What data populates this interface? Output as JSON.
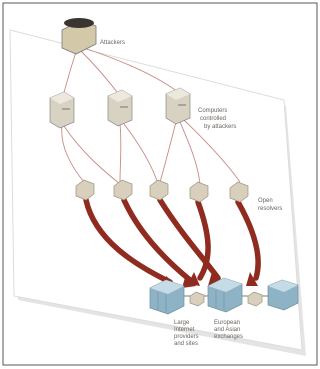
{
  "labels": {
    "attackers": "Attackers",
    "controlled": [
      "Computers",
      "controlled",
      "by attackers"
    ],
    "open_resolvers": [
      "Open",
      "resolvers"
    ],
    "isp": [
      "Large",
      "Internet",
      "providers",
      "and sites"
    ],
    "exchanges": [
      "European",
      "and Asian",
      "exchanges"
    ]
  },
  "colors": {
    "thin_line": "#c98a86",
    "thick_arrow": "#8f2b1f",
    "server_body": "#d8d2c3",
    "hexagon": "#d8d0bc",
    "datacenter": "#8fb3c6",
    "paper_shadow": "#d9d9d9"
  },
  "icons": [
    "attacker-cylinder-icon",
    "server-icon",
    "resolver-hexagon-icon",
    "datacenter-icon",
    "exchange-node-icon"
  ]
}
